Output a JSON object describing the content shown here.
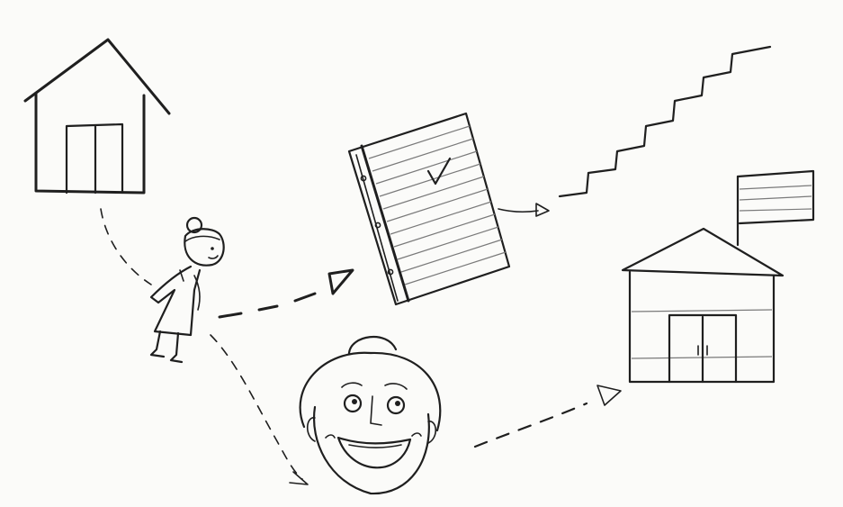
{
  "illustration": {
    "style": "pencil sketch",
    "ink_color": "#1f1f1f",
    "paper_color": "#fbfbf9",
    "elements": [
      "small-house",
      "girl-figure",
      "notebook-with-checkmark",
      "staircase",
      "school-building-with-flag",
      "smiling-face"
    ]
  }
}
